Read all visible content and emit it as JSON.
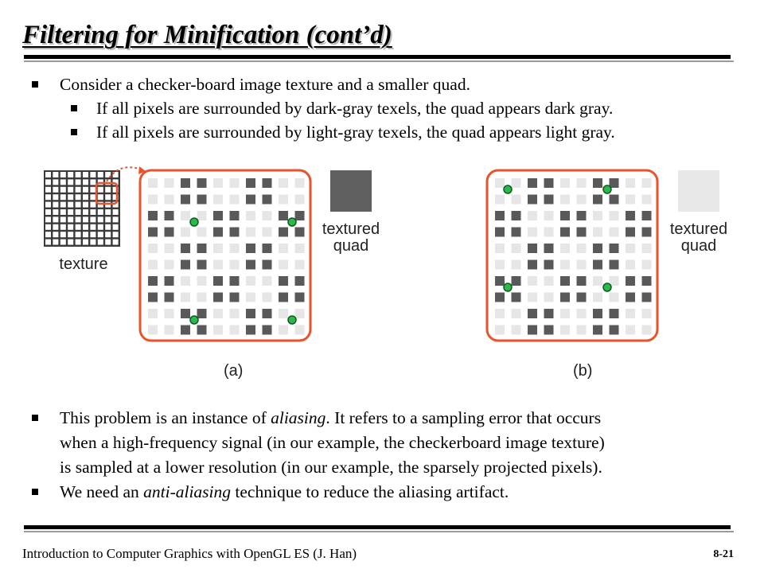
{
  "slide": {
    "title": "Filtering for Minification (cont’d)",
    "bullets_top": [
      {
        "level": 1,
        "text": "Consider a checker-board image texture and a smaller quad."
      },
      {
        "level": 2,
        "text": "If all pixels are surrounded by dark-gray texels, the quad appears dark gray."
      },
      {
        "level": 2,
        "text": "If all pixels are surrounded by light-gray texels, the quad appears light gray."
      }
    ],
    "figure": {
      "texture_label": "texture",
      "quad_label_line1": "textured",
      "quad_label_line2": "quad",
      "caption_a": "(a)",
      "caption_b": "(b)",
      "colors": {
        "dark_texel": "#595959",
        "light_texel": "#e6e6e6",
        "frame": "#e8542e",
        "sample_point": "#2db84b",
        "quad_dark": "#5f5f5f",
        "quad_light": "#e8e8e8"
      }
    },
    "bullets_bottom": [
      {
        "pre": "This problem is an instance of ",
        "em": "aliasing",
        "post": ". It refers to a sampling error that occurs",
        "line2": "when a high-frequency signal (in our example, the checkerboard image texture)",
        "line3": "is sampled at a lower resolution (in our example, the sparsely projected pixels)."
      },
      {
        "pre": "We need an ",
        "em": "anti-aliasing",
        "post": " technique to reduce the aliasing artifact."
      }
    ],
    "footer": {
      "text": "Introduction to Computer Graphics with OpenGL ES (J. Han)",
      "page": "8-21"
    }
  }
}
